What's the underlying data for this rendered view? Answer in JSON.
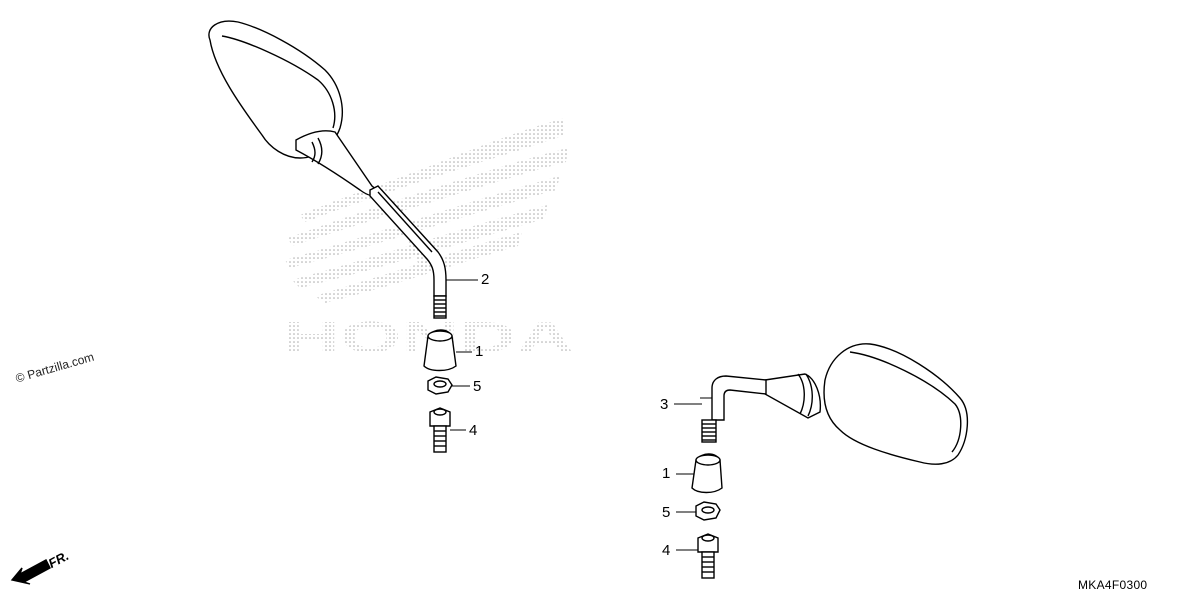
{
  "watermark": "© Partzilla.com",
  "diagram_code": "MKA4F0300",
  "direction_label": "FR.",
  "callouts": [
    "2",
    "1",
    "5",
    "4",
    "3",
    "1",
    "5",
    "4"
  ],
  "brand_text": "HONDA",
  "colors": {
    "line": "#000000",
    "dots": "#b8b8b8",
    "bg": "#ffffff"
  },
  "icons": [
    "front-arrow-icon"
  ]
}
